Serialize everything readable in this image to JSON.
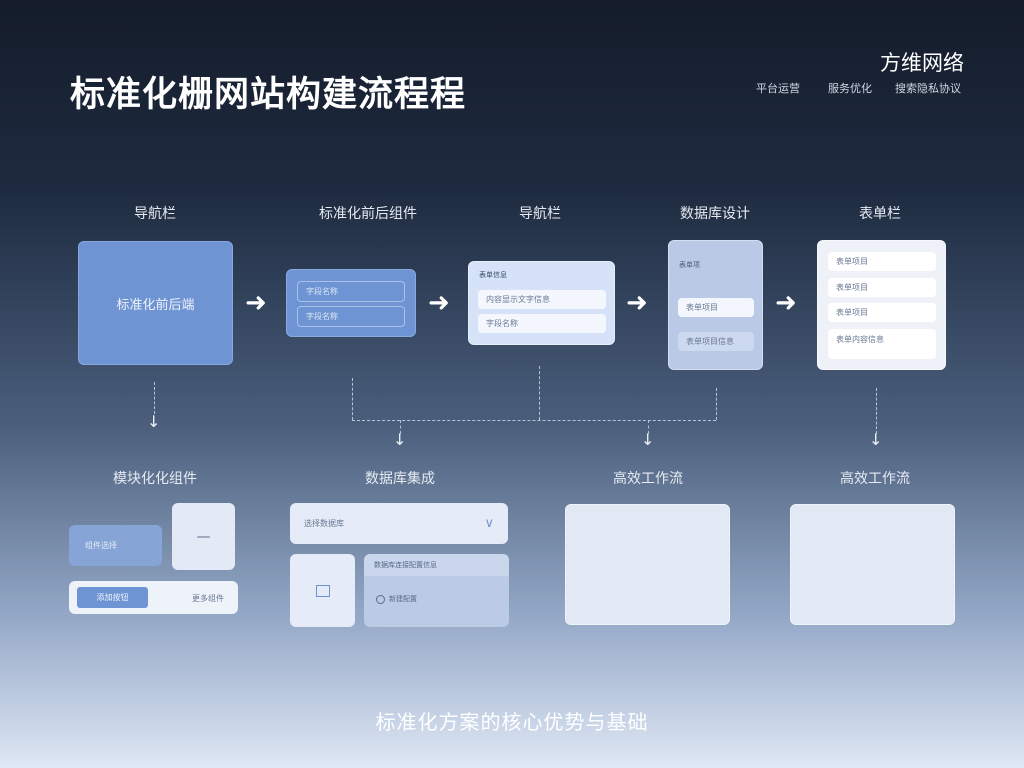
{
  "header": {
    "title": "标准化栅网站构建流程程",
    "brand": "方维网络",
    "nav": [
      "平台运营",
      "服务优化",
      "搜索隐私协议"
    ]
  },
  "flow": {
    "top_labels": [
      "导航栏",
      "标准化前后组件",
      "导航栏",
      "数据库设计",
      "表单栏"
    ],
    "card1_text": "标准化前后端",
    "card2_fields": [
      "字段名称",
      "字段名称"
    ],
    "card3_title": "表单信息",
    "card3_fields": [
      "内容显示文字信息",
      "字段名称"
    ],
    "card4_title": "表单项",
    "card4_fields": [
      "表单项目",
      "表单项目信息"
    ],
    "card5_fields": [
      "表单项目",
      "表单项目",
      "表单项目",
      "表单内容信息"
    ]
  },
  "bottom": {
    "labels": [
      "模块化化组件",
      "数据库集成",
      "高效工作流",
      "高效工作流"
    ],
    "group1": {
      "chip": "组件选择",
      "dash": "—",
      "button": "添加按钮",
      "text": "更多组件"
    },
    "group2": {
      "select": "选择数据库",
      "select_icon": "∨",
      "panel_title": "数据库连接配置信息",
      "panel_option": "新建配置"
    }
  },
  "footer": {
    "text": "标准化方案的核心优势与基础"
  }
}
